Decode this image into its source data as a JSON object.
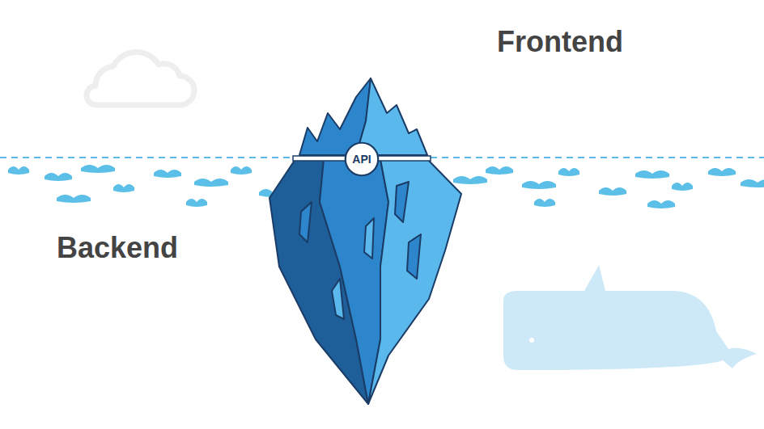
{
  "diagram": {
    "nodes": [
      {
        "text": [
          "API"
        ]
      }
    ],
    "labels": [
      "Frontend",
      "Backend"
    ]
  }
}
